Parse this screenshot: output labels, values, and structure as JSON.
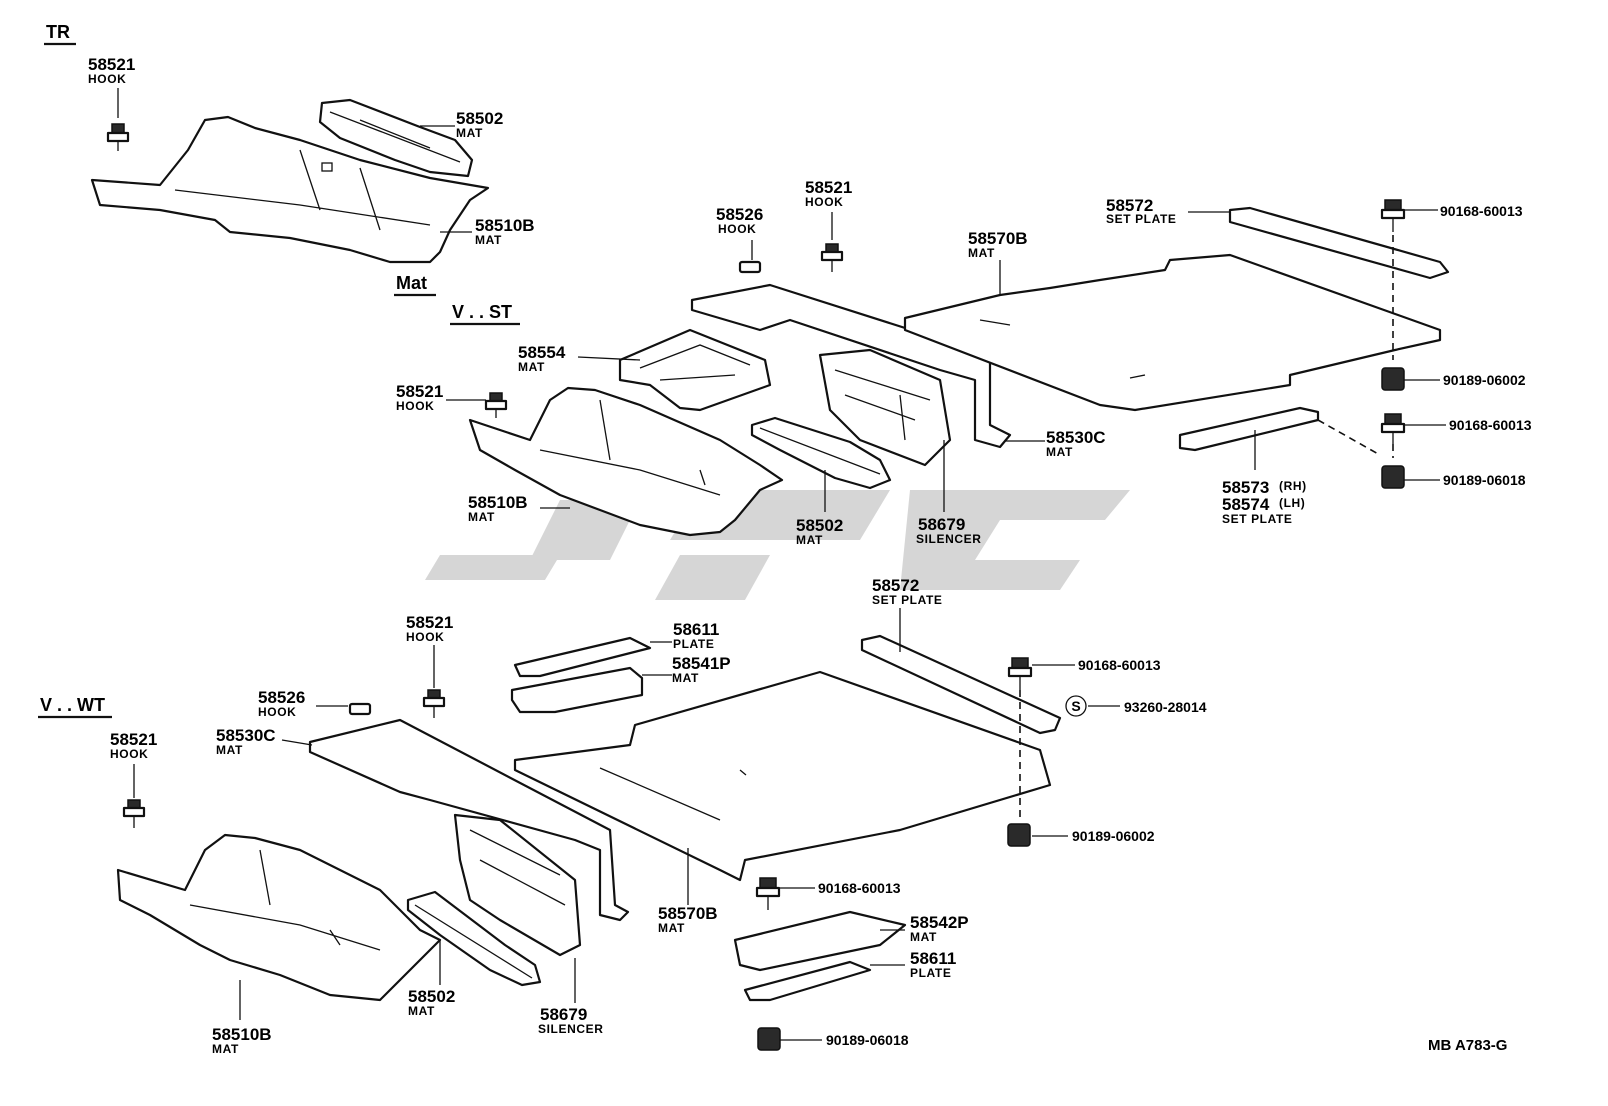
{
  "sections": {
    "tr": "TR",
    "mat": "Mat",
    "vst": "V . . ST",
    "vwt": "V . . WT"
  },
  "footer_ref": "MB  A783-G",
  "callouts": {
    "tr_hook": {
      "num": "58521",
      "sub": "HOOK"
    },
    "tr_mat_58502": {
      "num": "58502",
      "sub": "MAT"
    },
    "tr_mat_58510b": {
      "num": "58510B",
      "sub": "MAT"
    },
    "st_hook_58526": {
      "num": "58526",
      "sub": "HOOK"
    },
    "st_hook_58521a": {
      "num": "58521",
      "sub": "HOOK"
    },
    "st_mat_58570b": {
      "num": "58570B",
      "sub": "MAT"
    },
    "st_plate_58572": {
      "num": "58572",
      "sub": "SET PLATE"
    },
    "st_mat_58554": {
      "num": "58554",
      "sub": "MAT"
    },
    "st_hook_58521b": {
      "num": "58521",
      "sub": "HOOK"
    },
    "st_mat_58530c": {
      "num": "58530C",
      "sub": "MAT"
    },
    "st_mat_58510b": {
      "num": "58510B",
      "sub": "MAT"
    },
    "st_mat_58502": {
      "num": "58502",
      "sub": "MAT"
    },
    "st_sil_58679": {
      "num": "58679",
      "sub": "SILENCER"
    },
    "st_plate_58573": {
      "num": "58573",
      "side": "(RH)"
    },
    "st_plate_58574": {
      "num": "58574",
      "side": "(LH)",
      "sub": "SET PLATE"
    },
    "wt_plate_58572": {
      "num": "58572",
      "sub": "SET PLATE"
    },
    "wt_hook_58521a": {
      "num": "58521",
      "sub": "HOOK"
    },
    "wt_plate_58611a": {
      "num": "58611",
      "sub": "PLATE"
    },
    "wt_mat_58541p": {
      "num": "58541P",
      "sub": "MAT"
    },
    "wt_hook_58526": {
      "num": "58526",
      "sub": "HOOK"
    },
    "wt_mat_58530c": {
      "num": "58530C",
      "sub": "MAT"
    },
    "wt_hook_58521b": {
      "num": "58521",
      "sub": "HOOK"
    },
    "wt_mat_58570b": {
      "num": "58570B",
      "sub": "MAT"
    },
    "wt_mat_58542p": {
      "num": "58542P",
      "sub": "MAT"
    },
    "wt_plate_58611b": {
      "num": "58611",
      "sub": "PLATE"
    },
    "wt_mat_58502": {
      "num": "58502",
      "sub": "MAT"
    },
    "wt_sil_58679": {
      "num": "58679",
      "sub": "SILENCER"
    },
    "wt_mat_58510b": {
      "num": "58510B",
      "sub": "MAT"
    }
  },
  "fasteners": {
    "f1": "90168-60013",
    "f2": "90189-06002",
    "f3": "90168-60013",
    "f4": "90189-06018",
    "f5": "90168-60013",
    "f6": "93260-28014",
    "f7": "90189-06002",
    "f8": "90168-60013",
    "f9": "90189-06018"
  },
  "s_marker": "S"
}
